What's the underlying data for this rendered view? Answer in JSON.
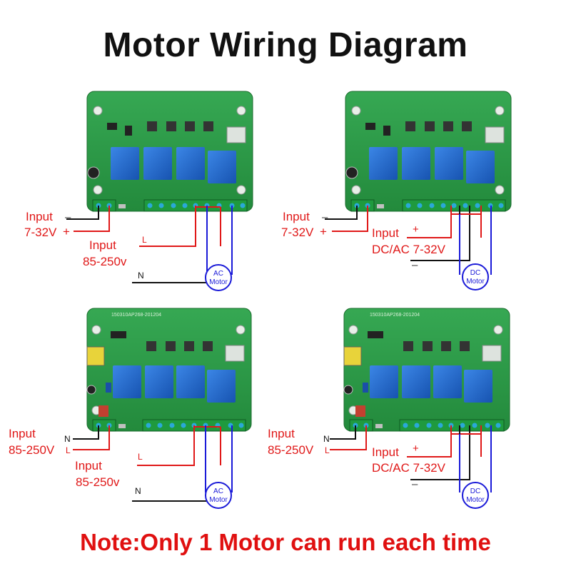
{
  "title": "Motor Wiring Diagram",
  "note": "Note:Only 1 Motor can run each time",
  "colors": {
    "pcb": "#2f9c48",
    "relay": "#1f63c8",
    "terminal": "#1f9a3e",
    "screw": "#2aa8d8",
    "wire_red": "#e01818",
    "wire_black": "#111111",
    "wire_blue": "#1a1ad8",
    "label_red": "#e01818",
    "motor_ring": "#1a1ad8"
  },
  "panels": [
    {
      "id": "dc-power-ac-motor",
      "power_input": {
        "label": "Input",
        "voltage": "7-32V",
        "neg": "–",
        "pos": "+"
      },
      "motor_supply": {
        "label": "Input",
        "voltage": "85-250v",
        "line": "L",
        "neutral": "N"
      },
      "motor": {
        "line1": "AC",
        "line2": "Motor"
      }
    },
    {
      "id": "dc-power-dc-motor",
      "power_input": {
        "label": "Input",
        "voltage": "7-32V",
        "neg": "–",
        "pos": "+"
      },
      "motor_supply": {
        "label": "Input",
        "voltage": "DC/AC 7-32V",
        "pos": "+",
        "neg": "–"
      },
      "motor": {
        "line1": "DC",
        "line2": "Motor"
      }
    },
    {
      "id": "ac-power-ac-motor",
      "board_marking": "150310AP268-201204",
      "power_input": {
        "label": "Input",
        "voltage": "85-250V",
        "neutral": "N",
        "line": "L"
      },
      "motor_supply": {
        "label": "Input",
        "voltage": "85-250v",
        "line": "L",
        "neutral": "N"
      },
      "motor": {
        "line1": "AC",
        "line2": "Motor"
      }
    },
    {
      "id": "ac-power-dc-motor",
      "board_marking": "150310AP268-201204",
      "power_input": {
        "label": "Input",
        "voltage": "85-250V",
        "neutral": "N",
        "line": "L"
      },
      "motor_supply": {
        "label": "Input",
        "voltage": "DC/AC 7-32V",
        "pos": "+",
        "neg": "–"
      },
      "motor": {
        "line1": "DC",
        "line2": "Motor"
      }
    }
  ]
}
